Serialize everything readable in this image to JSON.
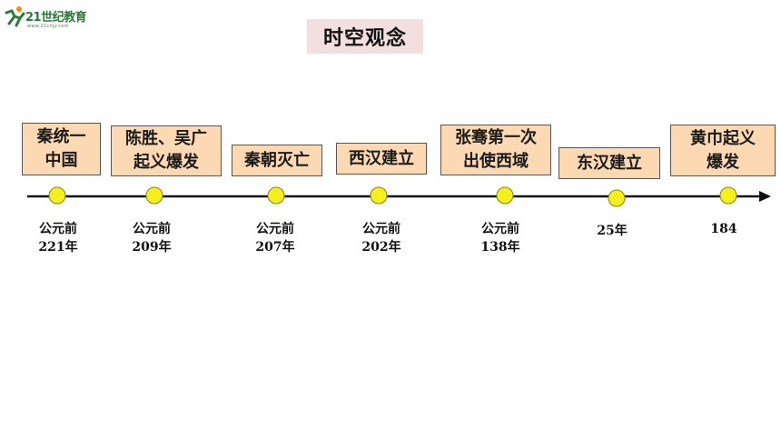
{
  "logo": {
    "brand_text": "21世纪教育",
    "url_text": "www.21cnjy.com",
    "colors": {
      "green": "#2a7a3a",
      "accent": "#ff8a00"
    }
  },
  "title": "时空观念",
  "events": [
    {
      "label": "秦统一\n中国"
    },
    {
      "label": "陈胜、吴广\n起义爆发"
    },
    {
      "label": "秦朝灭亡"
    },
    {
      "label": "西汉建立"
    },
    {
      "label": "张骞第一次\n出使西域"
    },
    {
      "label": "东汉建立"
    },
    {
      "label": "黄巾起义\n爆发"
    }
  ],
  "dates": [
    {
      "line1": "公元前",
      "line2": "221年"
    },
    {
      "line1": "公元前",
      "line2": "209年"
    },
    {
      "line1": "公元前",
      "line2": "207年"
    },
    {
      "line1": "公元前",
      "line2": "202年"
    },
    {
      "line1": "公元前",
      "line2": "138年"
    },
    {
      "line1": "",
      "line2": "25年"
    },
    {
      "line1": "",
      "line2": "184"
    }
  ],
  "colors": {
    "event_box_fill": "#fcd9b3",
    "title_fill": "#f4dfe0",
    "marker_fill": "#f5ef1e",
    "axis": "#111111"
  }
}
